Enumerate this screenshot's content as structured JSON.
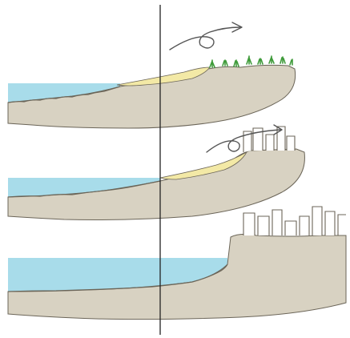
{
  "colors": {
    "background": "#ffffff",
    "water": "#a8dcea",
    "ground": "#d8d2c2",
    "ground_outline": "#6b6558",
    "beach_sand": "#f3e9a6",
    "vegetation": "#3f9b3a",
    "buildings": "#ffffff",
    "divider_line": "#222222",
    "arrows": "#555555"
  },
  "icons": {
    "wind_arrow_top": "curly-arrow-icon",
    "wind_arrow_middle": "curly-arrow-icon"
  },
  "panels": [
    {
      "id": "natural-beach",
      "features": [
        "water",
        "wide-sand-beach",
        "vegetation",
        "wind-arrow"
      ]
    },
    {
      "id": "narrowed-beach",
      "features": [
        "water",
        "narrow-sand-beach",
        "buildings",
        "wind-arrow"
      ]
    },
    {
      "id": "no-beach",
      "features": [
        "water",
        "bare-shore",
        "buildings"
      ]
    }
  ]
}
